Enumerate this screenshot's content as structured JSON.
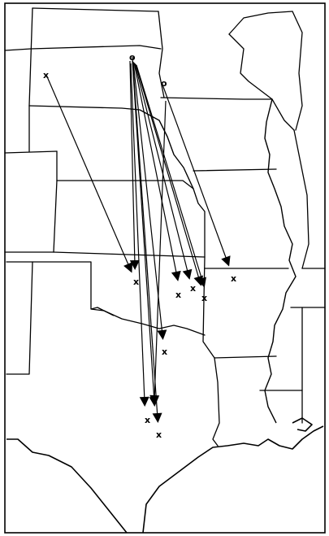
{
  "map": {
    "style": "outline map of central United States with movement vectors",
    "colors": {
      "background": "#ffffff",
      "ink": "#000000"
    },
    "symbols": {
      "origin": "o",
      "recovery": "x"
    }
  }
}
